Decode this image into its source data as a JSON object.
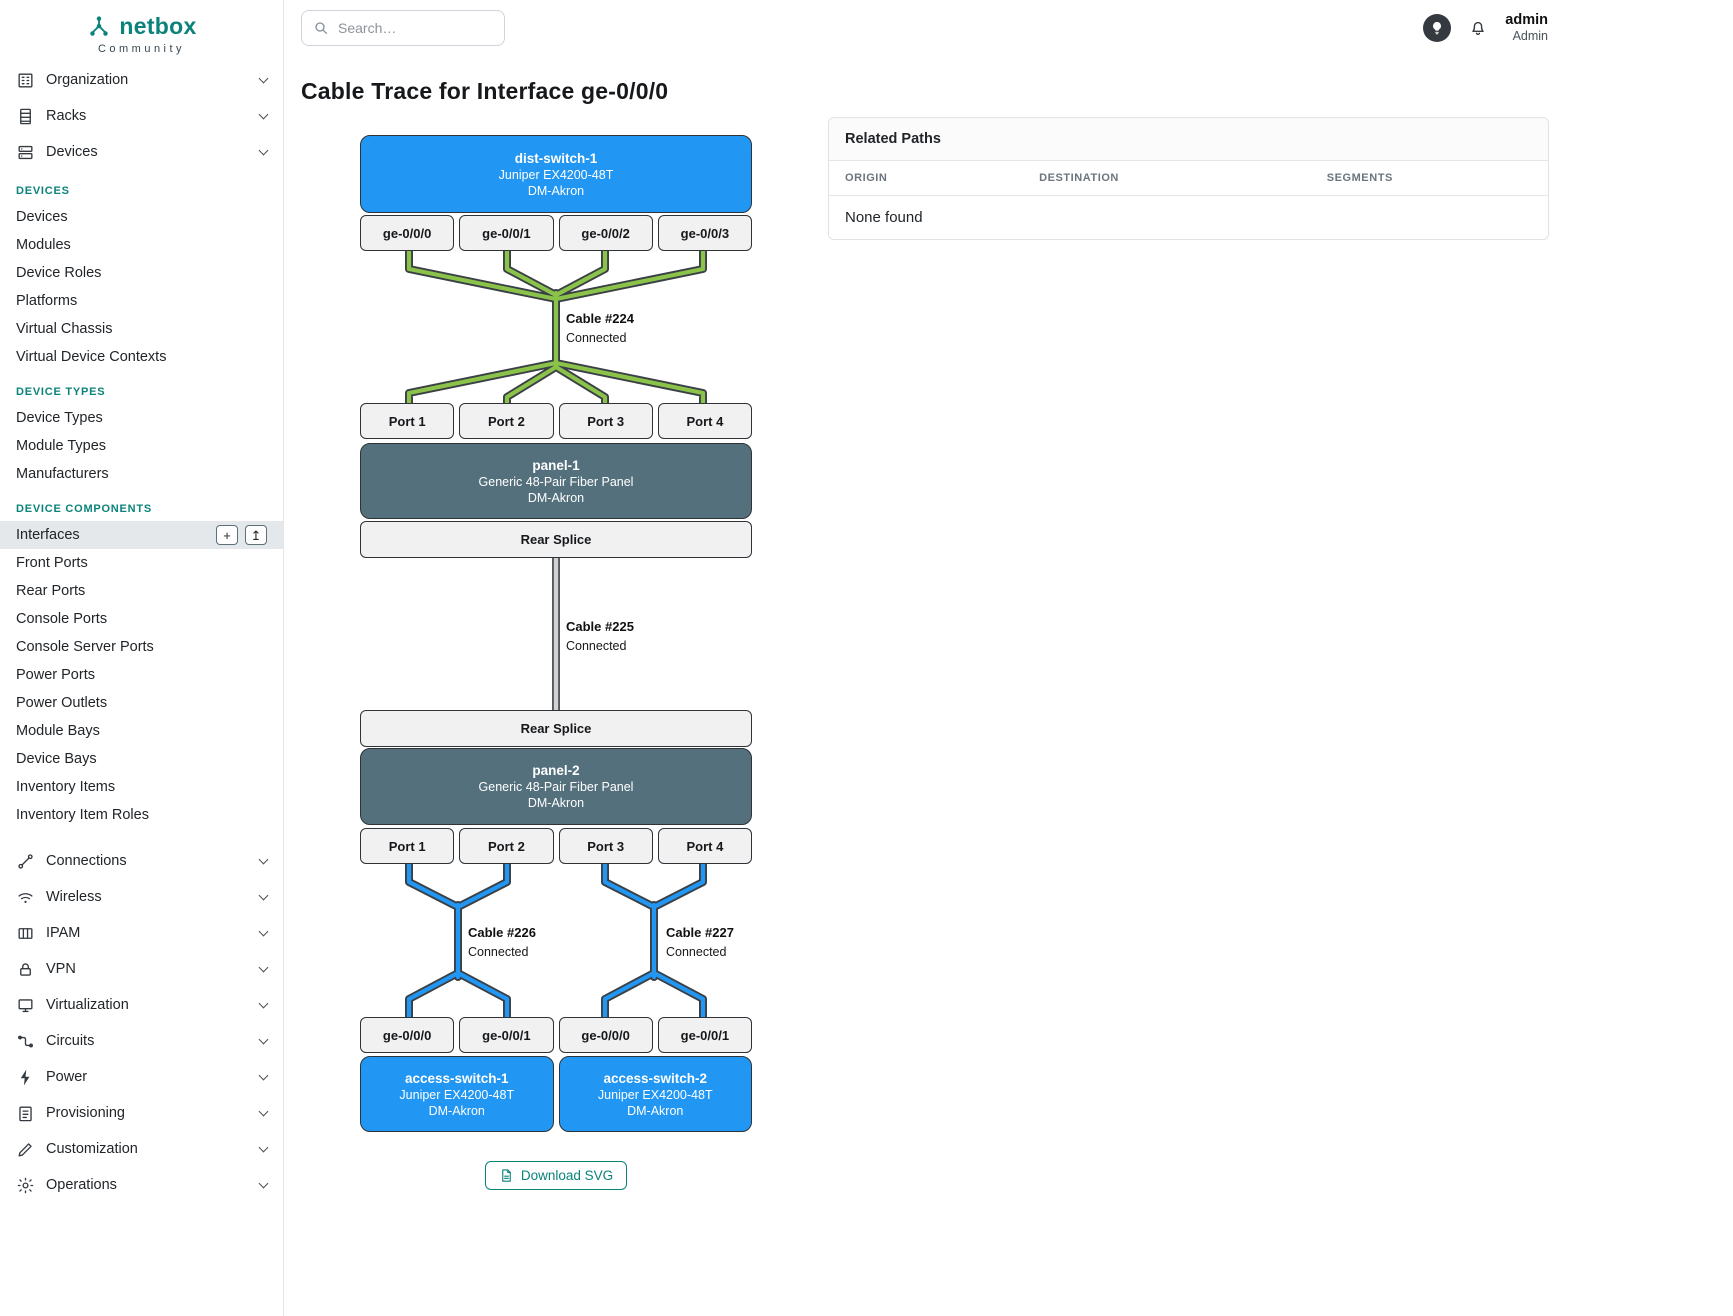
{
  "brand": {
    "name": "netbox",
    "subtitle": "Community"
  },
  "topbar": {
    "search_placeholder": "Search…",
    "user": {
      "name": "admin",
      "role": "Admin"
    }
  },
  "sidebar": {
    "groups_top": [
      "Organization",
      "Racks",
      "Devices"
    ],
    "sections": [
      {
        "title": "DEVICES",
        "items": [
          "Devices",
          "Modules",
          "Device Roles",
          "Platforms",
          "Virtual Chassis",
          "Virtual Device Contexts"
        ]
      },
      {
        "title": "DEVICE TYPES",
        "items": [
          "Device Types",
          "Module Types",
          "Manufacturers"
        ]
      },
      {
        "title": "DEVICE COMPONENTS",
        "items": [
          "Interfaces",
          "Front Ports",
          "Rear Ports",
          "Console Ports",
          "Console Server Ports",
          "Power Ports",
          "Power Outlets",
          "Module Bays",
          "Device Bays",
          "Inventory Items",
          "Inventory Item Roles"
        ]
      }
    ],
    "groups_bottom": [
      "Connections",
      "Wireless",
      "IPAM",
      "VPN",
      "Virtualization",
      "Circuits",
      "Power",
      "Provisioning",
      "Customization",
      "Operations"
    ],
    "active_item": "Interfaces",
    "action_icons": {
      "add": "+",
      "import": "↥"
    }
  },
  "page": {
    "title": "Cable Trace for Interface ge-0/0/0"
  },
  "diagram": {
    "devices": {
      "dist_switch": {
        "name": "dist-switch-1",
        "model": "Juniper EX4200-48T",
        "site": "DM-Akron",
        "ports": [
          "ge-0/0/0",
          "ge-0/0/1",
          "ge-0/0/2",
          "ge-0/0/3"
        ]
      },
      "panel1": {
        "name": "panel-1",
        "model": "Generic 48-Pair Fiber Panel",
        "site": "DM-Akron",
        "front_ports": [
          "Port 1",
          "Port 2",
          "Port 3",
          "Port 4"
        ],
        "rear_port": "Rear Splice"
      },
      "panel2": {
        "name": "panel-2",
        "model": "Generic 48-Pair Fiber Panel",
        "site": "DM-Akron",
        "front_ports": [
          "Port 1",
          "Port 2",
          "Port 3",
          "Port 4"
        ],
        "rear_port": "Rear Splice"
      },
      "access_switch_1": {
        "name": "access-switch-1",
        "model": "Juniper EX4200-48T",
        "site": "DM-Akron",
        "ports": [
          "ge-0/0/0",
          "ge-0/0/1"
        ]
      },
      "access_switch_2": {
        "name": "access-switch-2",
        "model": "Juniper EX4200-48T",
        "site": "DM-Akron",
        "ports": [
          "ge-0/0/0",
          "ge-0/0/1"
        ]
      }
    },
    "cables": [
      {
        "name": "Cable #224",
        "status": "Connected",
        "color": "#8bc34a"
      },
      {
        "name": "Cable #225",
        "status": "Connected",
        "color": "#d2d2d2"
      },
      {
        "name": "Cable #226",
        "status": "Connected",
        "color": "#2196f3"
      },
      {
        "name": "Cable #227",
        "status": "Connected",
        "color": "#2196f3"
      }
    ],
    "download_label": "Download SVG"
  },
  "related_paths": {
    "title": "Related Paths",
    "columns": [
      "ORIGIN",
      "DESTINATION",
      "SEGMENTS"
    ],
    "empty_text": "None found"
  },
  "colors": {
    "accent_teal": "#0b837a",
    "device_blue": "#2196f3",
    "panel_slate": "#54707c"
  }
}
